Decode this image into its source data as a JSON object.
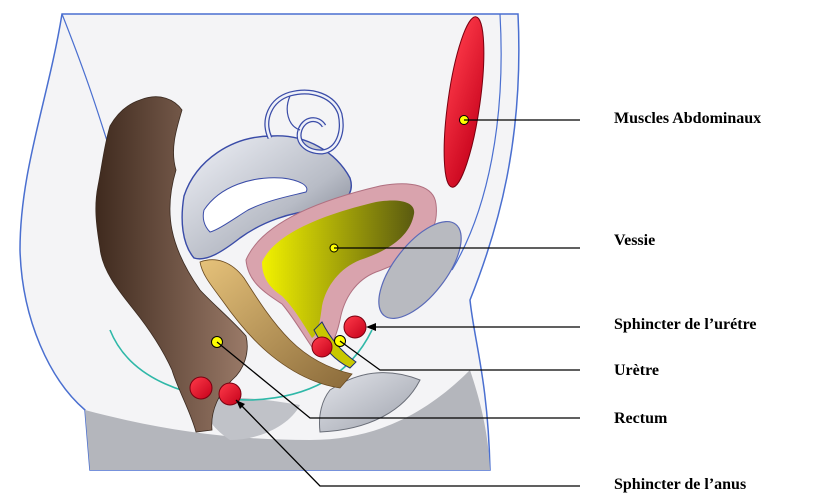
{
  "labels": {
    "muscles": "Muscles Abdominaux",
    "vessie": "Vessie",
    "sphincter_uretre": "Sphincter de l’urétre",
    "uretre": "Urètre",
    "rectum": "Rectum",
    "sphincter_anus": "Sphincter de l’anus"
  },
  "colors": {
    "body_outline": "#4a6fd0",
    "body_fill": "#f4f4f6",
    "grey_shade": "#a9abb2",
    "rectum": "#6b4a3a",
    "bladder_outer": "#d9a3ad",
    "bladder_inner": "#c8c800",
    "muscle_red": "#e0102a",
    "marker_yellow": "#ffff00",
    "teal_arc": "#2fb8a8",
    "leader_line": "#000000"
  }
}
